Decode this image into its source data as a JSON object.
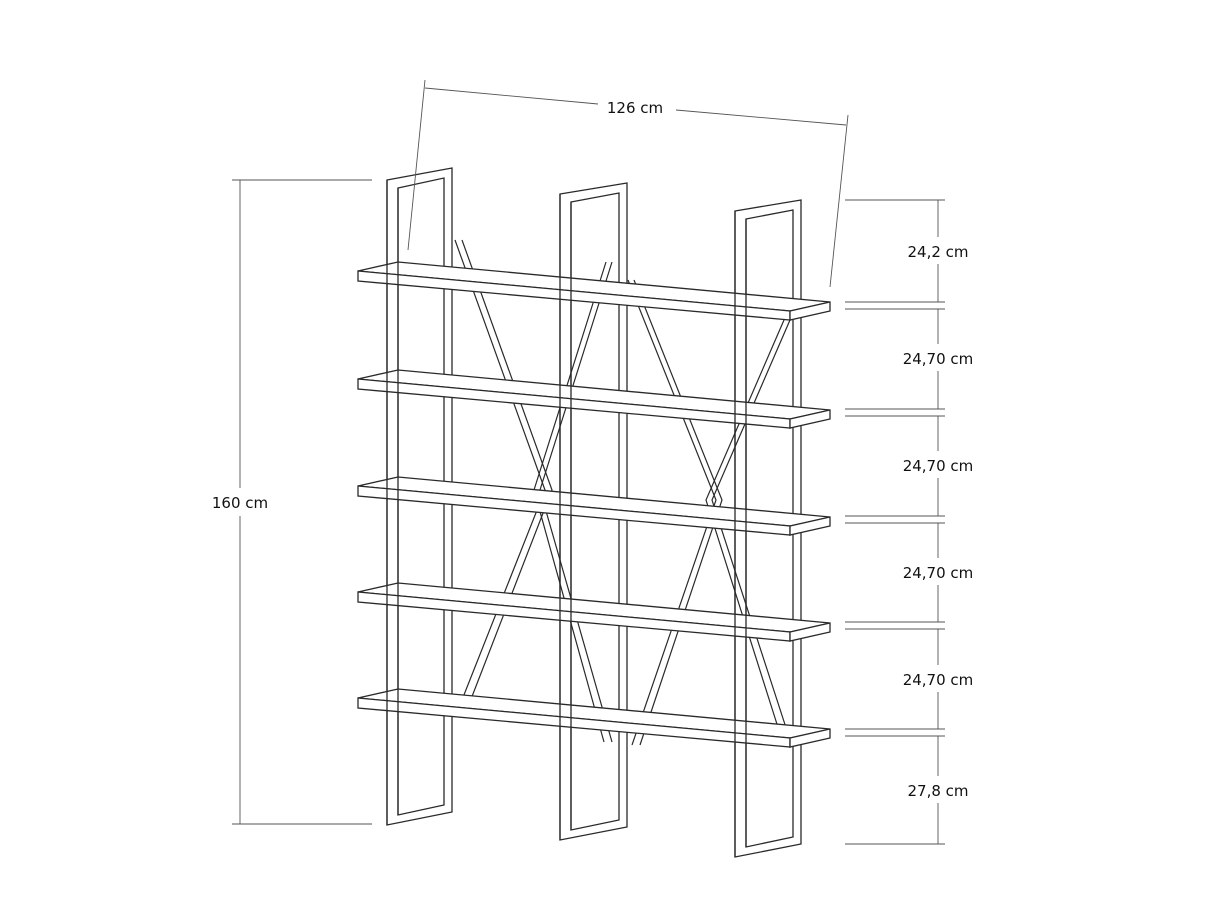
{
  "dimensions": {
    "width": "126 cm",
    "height": "160 cm",
    "spacings": [
      "24,2 cm",
      "24,70 cm",
      "24,70 cm",
      "24,70 cm",
      "24,70 cm",
      "27,8 cm"
    ]
  },
  "colors": {
    "line": "#2a2a2a",
    "dimension_line": "#555555",
    "background": "#ffffff"
  }
}
